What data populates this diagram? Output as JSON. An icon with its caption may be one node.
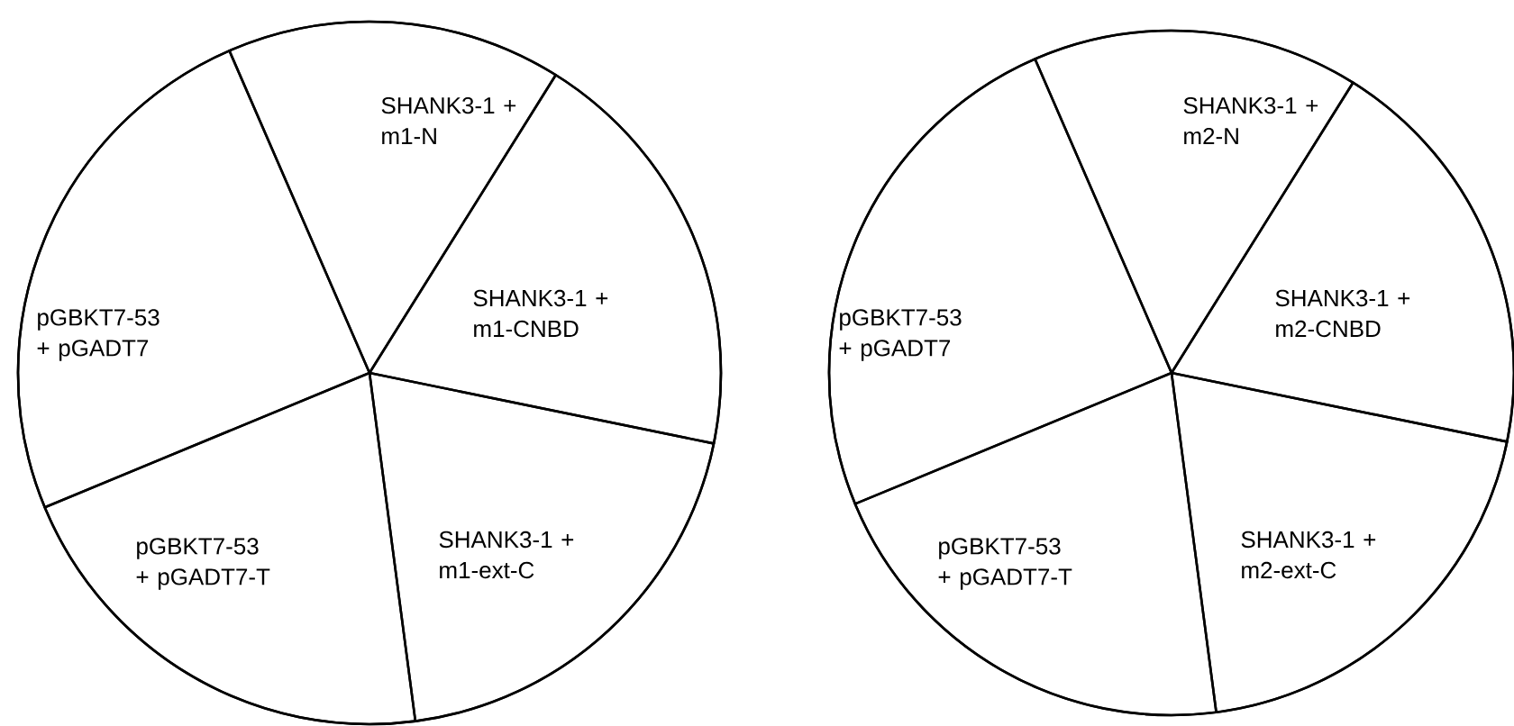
{
  "diagram": {
    "nodes": [
      {
        "text": [],
        "shape": "circle"
      },
      {
        "text": [
          "SHANK3-1 + m1-N"
        ],
        "in": 0
      },
      {
        "text": [
          "pGBKT7-53 + pGADT7"
        ],
        "in": 0
      },
      {
        "text": [
          "SHANK3-1 + m1-CNBD"
        ],
        "in": 0
      },
      {
        "text": [
          "pGBKT7-53 + pGADT7-T"
        ],
        "in": 0
      },
      {
        "text": [
          "SHANK3-1 + m1-ext-C"
        ],
        "in": 0
      },
      {
        "text": [],
        "shape": "circle"
      },
      {
        "text": [
          "SHANK3-1 + m2-N"
        ],
        "in": 6
      },
      {
        "text": [
          "pGBKT7-53 + pGADT7"
        ],
        "in": 6
      },
      {
        "text": [
          "SHANK3-1 + m2-CNBD"
        ],
        "in": 6
      },
      {
        "text": [
          "pGBKT7-53 + pGADT7-T"
        ],
        "in": 6
      },
      {
        "text": [
          "SHANK3-1 + m2-ext-C"
        ],
        "in": 6
      }
    ]
  }
}
